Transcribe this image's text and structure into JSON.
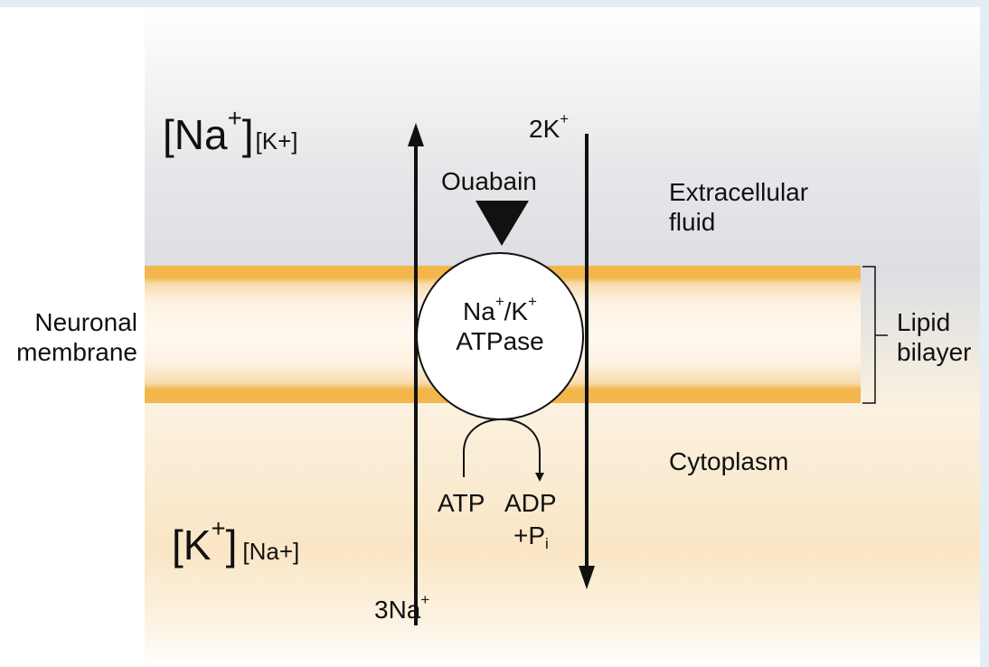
{
  "labels": {
    "na_outside": "[Na",
    "na_outside_sup": "+",
    "na_outside_close": "]",
    "k_outside_small": "[K+]",
    "k_inside": "[K",
    "k_inside_sup": "+",
    "k_inside_close": "]",
    "na_inside_small": "[Na+]",
    "two_k": "2K",
    "two_k_sup": "+",
    "three_na": "3Na",
    "three_na_sup": "+",
    "ouabain": "Ouabain",
    "extracellular_1": "Extracellular",
    "extracellular_2": "fluid",
    "neuronal_1": "Neuronal",
    "neuronal_2": "membrane",
    "lipid_1": "Lipid",
    "lipid_2": "bilayer",
    "pump_na": "Na",
    "pump_na_sup": "+",
    "pump_slash_k": "/K",
    "pump_k_sup": "+",
    "pump_atpase": "ATPase",
    "cytoplasm": "Cytoplasm",
    "atp": "ATP",
    "adp": "ADP",
    "pi_prefix": "+P",
    "pi_sub": "i"
  },
  "colors": {
    "membrane_band": "#f2b64a",
    "extracellular_grey": "#dcdee2",
    "cytoplasm_peach": "#fae6c5",
    "frame_blue": "#e2edf5",
    "ink": "#111111"
  }
}
